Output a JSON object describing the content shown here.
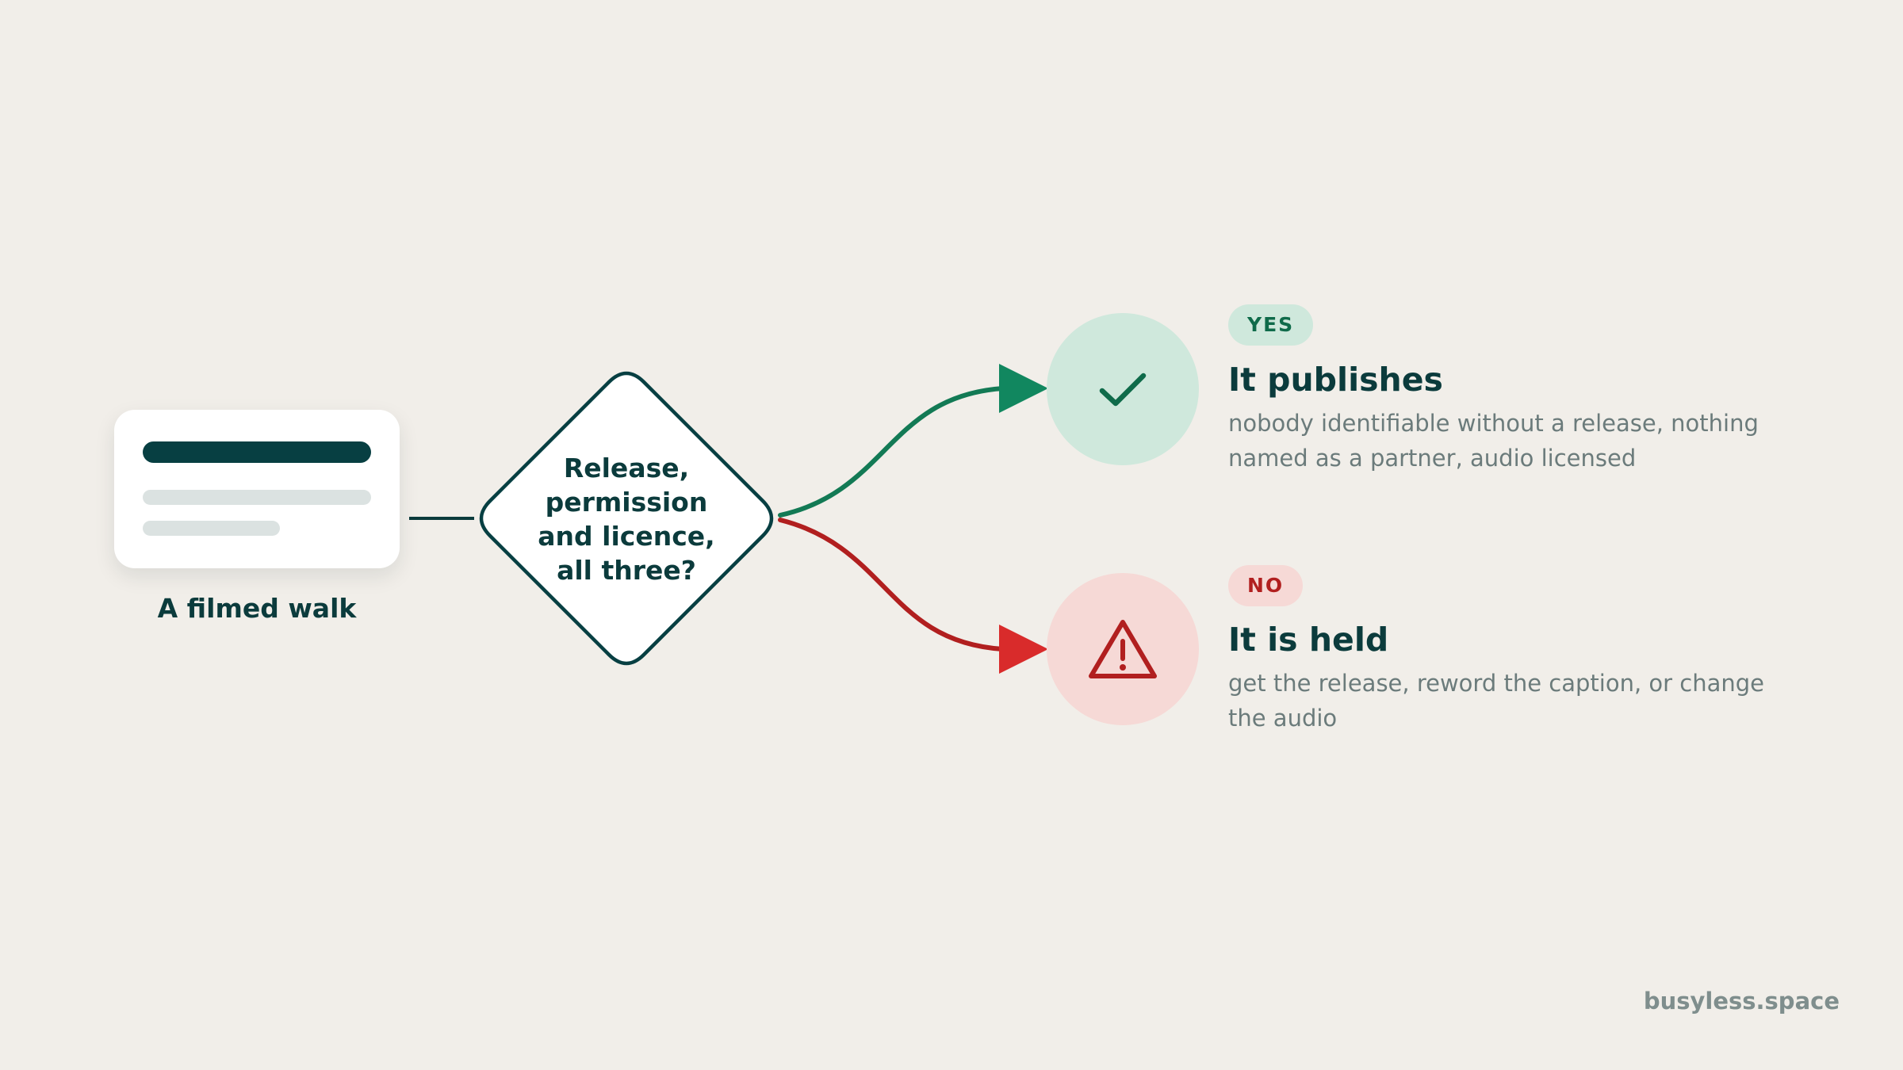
{
  "source": {
    "label": "A filmed walk"
  },
  "decision": {
    "lines": [
      "Release,",
      "permission",
      "and licence,",
      "all three?"
    ]
  },
  "outcomes": {
    "yes": {
      "badge": "YES",
      "title": "It publishes",
      "description": "nobody identifiable without a release, nothing named as a partner, audio licensed",
      "icon": "check-icon"
    },
    "no": {
      "badge": "NO",
      "title": "It is held",
      "description": "get the release, reword the caption, or change the audio",
      "icon": "warning-icon"
    }
  },
  "footer": {
    "brand": "busyless.space"
  },
  "colors": {
    "background": "#f1eee9",
    "ink": "#0b3b3c",
    "yes_accent": "#11875f",
    "yes_fill": "#cfe8dc",
    "no_accent": "#b11f1f",
    "no_arrow": "#d92b2b",
    "no_fill": "#f6d9d6",
    "muted_text": "#6b7b7b"
  }
}
